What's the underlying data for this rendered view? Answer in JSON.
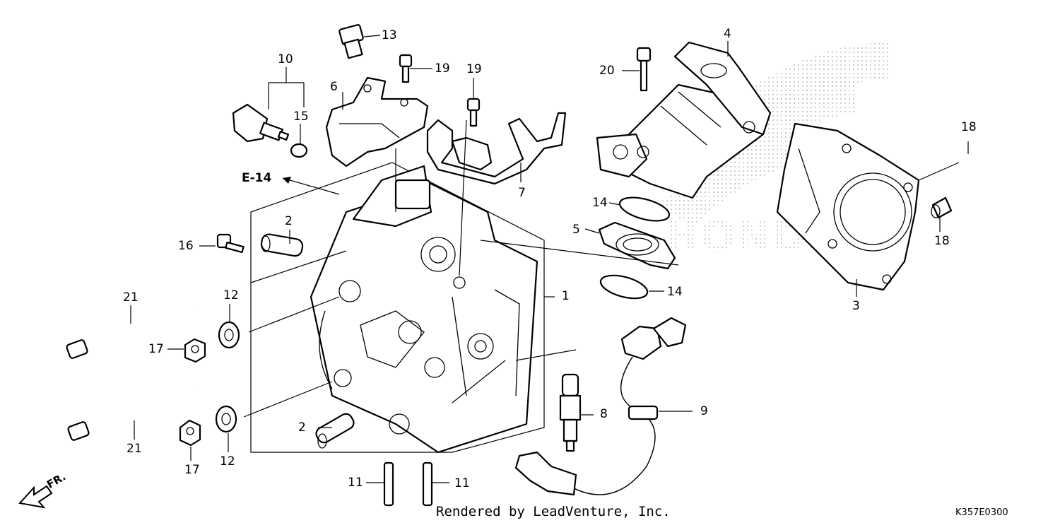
{
  "callouts": {
    "c1": "1",
    "c2a": "2",
    "c2b": "2",
    "c3": "3",
    "c4": "4",
    "c5": "5",
    "c6": "6",
    "c7": "7",
    "c8": "8",
    "c9": "9",
    "c10": "10",
    "c11a": "11",
    "c11b": "11",
    "c12a": "12",
    "c12b": "12",
    "c13": "13",
    "c14a": "14",
    "c14b": "14",
    "c15": "15",
    "c16": "16",
    "c17a": "17",
    "c17b": "17",
    "c18a": "18",
    "c18b": "18",
    "c19a": "19",
    "c19b": "19",
    "c20": "20",
    "c21a": "21",
    "c21b": "21",
    "ref": "E-14"
  },
  "direction_label": "FR.",
  "footer": {
    "credit": "Rendered by LeadVenture, Inc.",
    "code": "K357E0300"
  },
  "watermark": {
    "brand": "HONDA",
    "color": "#c8c8c8"
  }
}
